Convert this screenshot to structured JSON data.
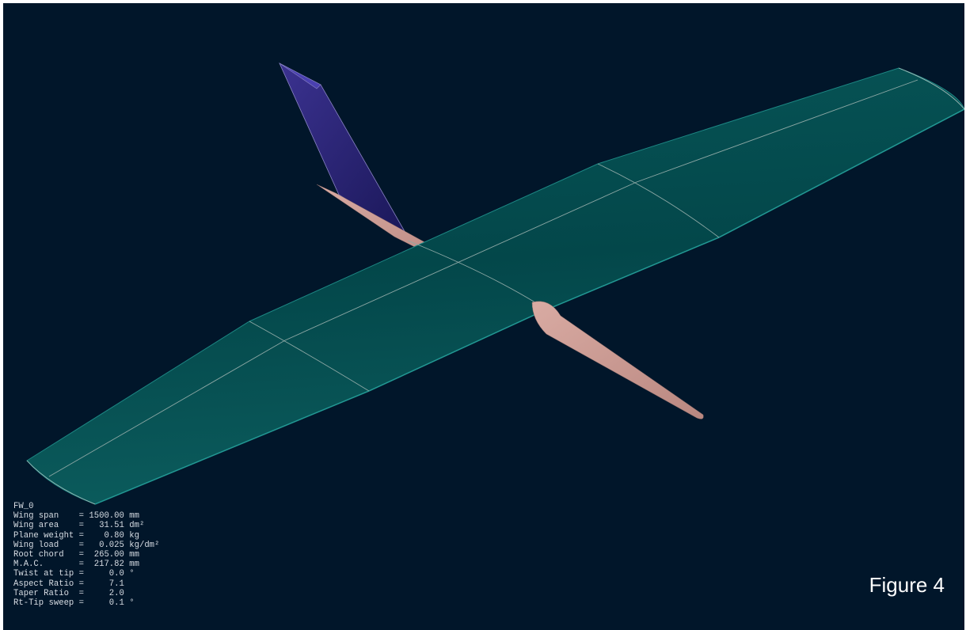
{
  "model": {
    "name": "FW_0"
  },
  "properties": [
    {
      "label": "Wing span    ",
      "value": "1500.00",
      "unit": "mm"
    },
    {
      "label": "Wing area    ",
      "value": "  31.51",
      "unit": "dm²"
    },
    {
      "label": "Plane weight ",
      "value": "   0.80",
      "unit": "kg"
    },
    {
      "label": "Wing load    ",
      "value": "  0.025",
      "unit": "kg/dm²"
    },
    {
      "label": "Root chord   ",
      "value": " 265.00",
      "unit": "mm"
    },
    {
      "label": "M.A.C.       ",
      "value": " 217.82",
      "unit": "mm"
    },
    {
      "label": "Twist at tip ",
      "value": "    0.0",
      "unit": "°"
    },
    {
      "label": "Aspect Ratio ",
      "value": "    7.1",
      "unit": ""
    },
    {
      "label": "Taper Ratio  ",
      "value": "    2.0",
      "unit": ""
    },
    {
      "label": "Rt-Tip sweep ",
      "value": "    0.1",
      "unit": "°"
    }
  ],
  "figure_label": "Figure 4",
  "colors": {
    "background": "#01162a",
    "wing": "#03474a",
    "wing_edge": "#1d8784",
    "panel_lines": "#8da8a5",
    "fin": "#241f6a",
    "fuselage": "#c99a93",
    "text": "#d8dde4"
  }
}
